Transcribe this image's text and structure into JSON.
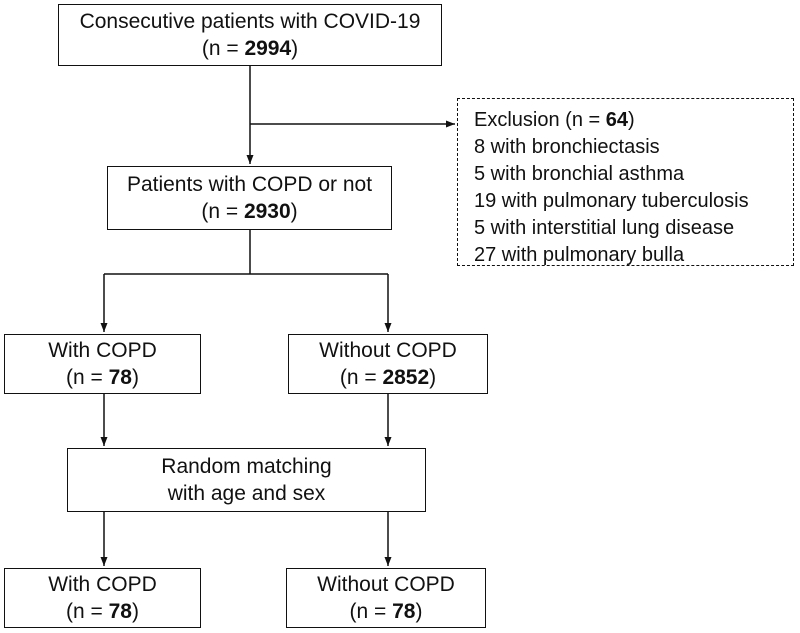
{
  "nodes": {
    "consecutive": {
      "title": "Consecutive patients with COVID-19",
      "count_prefix": "(n = ",
      "count": "2994",
      "count_suffix": ")"
    },
    "copd_or_not": {
      "title": "Patients with COPD or not",
      "count_prefix": "(n = ",
      "count": "2930",
      "count_suffix": ")"
    },
    "with_copd": {
      "title": "With COPD",
      "count_prefix": "(n = ",
      "count": "78",
      "count_suffix": ")"
    },
    "without_copd": {
      "title": "Without COPD",
      "count_prefix": "(n = ",
      "count": "2852",
      "count_suffix": ")"
    },
    "matching": {
      "line1": "Random matching",
      "line2": "with age and sex"
    },
    "with_copd_matched": {
      "title": "With COPD",
      "count_prefix": "(n = ",
      "count": "78",
      "count_suffix": ")"
    },
    "without_copd_matched": {
      "title": "Without COPD",
      "count_prefix": "(n = ",
      "count": "78",
      "count_suffix": ")"
    }
  },
  "exclusion": {
    "title_prefix": "Exclusion (n = ",
    "count": "64",
    "title_suffix": ")",
    "items": [
      "8 with bronchiectasis",
      "5 with bronchial asthma",
      "19 with pulmonary tuberculosis",
      "5 with interstitial lung disease",
      "27 with pulmonary bulla"
    ]
  },
  "colors": {
    "line": "#111111",
    "background": "#ffffff"
  }
}
